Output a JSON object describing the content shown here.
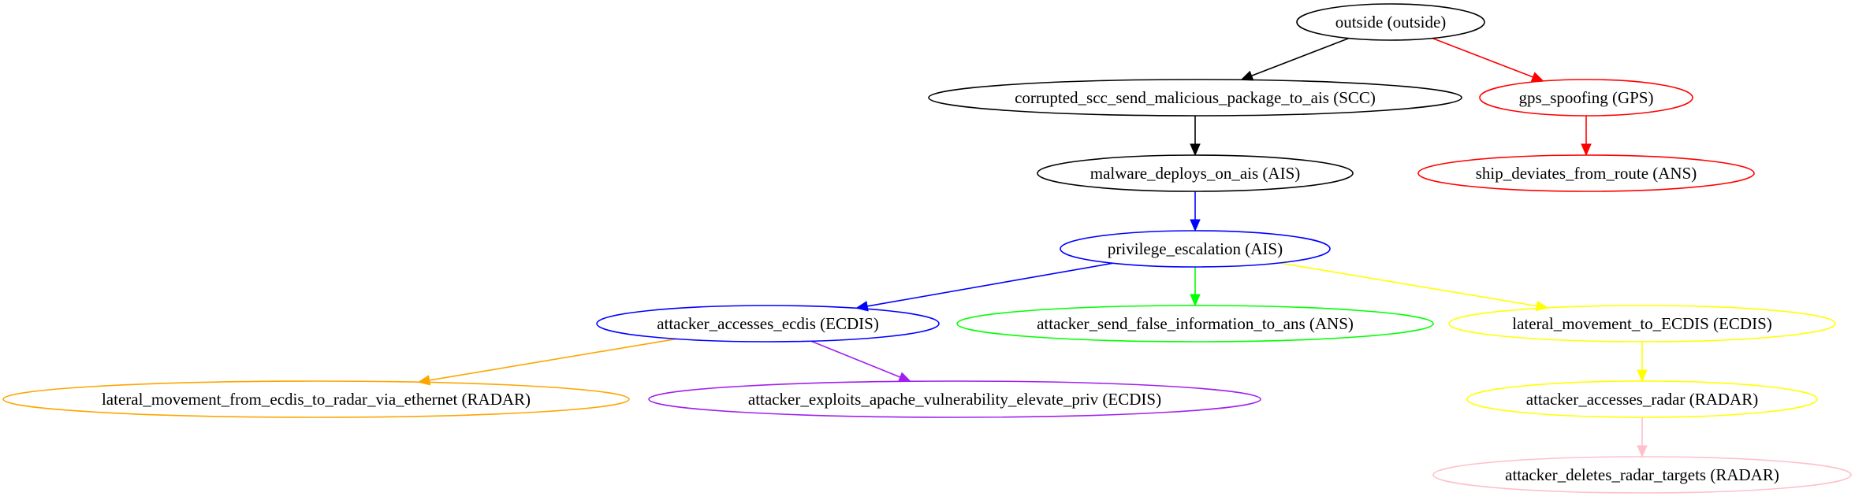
{
  "nodes": [
    {
      "id": "outside",
      "label": "outside (outside)",
      "color": "#000000"
    },
    {
      "id": "scc",
      "label": "corrupted_scc_send_malicious_package_to_ais (SCC)",
      "color": "#000000"
    },
    {
      "id": "gps",
      "label": "gps_spoofing (GPS)",
      "color": "#ff0000"
    },
    {
      "id": "malware",
      "label": "malware_deploys_on_ais (AIS)",
      "color": "#000000"
    },
    {
      "id": "deviates",
      "label": "ship_deviates_from_route (ANS)",
      "color": "#ff0000"
    },
    {
      "id": "privesc",
      "label": "privilege_escalation (AIS)",
      "color": "#0000ff"
    },
    {
      "id": "ecdis",
      "label": "attacker_accesses_ecdis (ECDIS)",
      "color": "#0000ff"
    },
    {
      "id": "falseinfo",
      "label": "attacker_send_false_information_to_ans (ANS)",
      "color": "#00ff00"
    },
    {
      "id": "latecdis",
      "label": "lateral_movement_to_ECDIS (ECDIS)",
      "color": "#ffff00"
    },
    {
      "id": "latradar",
      "label": "lateral_movement_from_ecdis_to_radar_via_ethernet (RADAR)",
      "color": "#ffa500"
    },
    {
      "id": "apache",
      "label": "attacker_exploits_apache_vulnerability_elevate_priv (ECDIS)",
      "color": "#a020f0"
    },
    {
      "id": "radar",
      "label": "attacker_accesses_radar (RADAR)",
      "color": "#ffff00"
    },
    {
      "id": "delete",
      "label": "attacker_deletes_radar_targets (RADAR)",
      "color": "#ffc0cb"
    }
  ],
  "edges": [
    {
      "from": "outside",
      "to": "scc",
      "color": "#000000"
    },
    {
      "from": "outside",
      "to": "gps",
      "color": "#ff0000"
    },
    {
      "from": "scc",
      "to": "malware",
      "color": "#000000"
    },
    {
      "from": "gps",
      "to": "deviates",
      "color": "#ff0000"
    },
    {
      "from": "malware",
      "to": "privesc",
      "color": "#0000ff"
    },
    {
      "from": "privesc",
      "to": "ecdis",
      "color": "#0000ff"
    },
    {
      "from": "privesc",
      "to": "falseinfo",
      "color": "#00ff00"
    },
    {
      "from": "privesc",
      "to": "latecdis",
      "color": "#ffff00"
    },
    {
      "from": "ecdis",
      "to": "latradar",
      "color": "#ffa500"
    },
    {
      "from": "ecdis",
      "to": "apache",
      "color": "#a020f0"
    },
    {
      "from": "latecdis",
      "to": "radar",
      "color": "#ffff00"
    },
    {
      "from": "radar",
      "to": "delete",
      "color": "#ffc0cb"
    }
  ]
}
